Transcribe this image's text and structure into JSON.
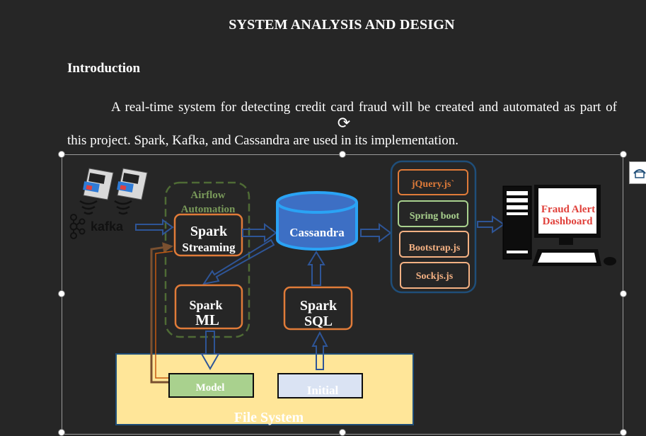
{
  "heading": "SYSTEM ANALYSIS AND DESIGN",
  "introduction": "Introduction",
  "paragraph": "A real-time system for detecting credit card fraud will be created and automated as part of this project. Spark, Kafka, and Cassandra are used in its implementation.",
  "diagram": {
    "kafka": "kafka",
    "airflow_line1": "Airflow",
    "airflow_line2": "Automation",
    "spark_streaming_line1": "Spark",
    "spark_streaming_line2": "Streaming",
    "cassandra": "Cassandra",
    "spark_ml_line1": "Spark",
    "spark_ml_line2": "ML",
    "spark_sql_line1": "Spark",
    "spark_sql_line2": "SQL",
    "jquery": "jQuery.js`",
    "spring_boot": "Spring boot",
    "bootstrap": "Bootstrap.js",
    "sockjs": "Sockjs.js",
    "dashboard_line1": "Fraud Alert",
    "dashboard_line2": "Dashboard",
    "model": "Model",
    "initial": "Initial",
    "file_system": "File System"
  },
  "colors": {
    "background": "#262626",
    "orange_border": "#e07b39",
    "blue_border": "#1f4e79",
    "cassandra_fill": "#3d6fc4",
    "cassandra_edge": "#2aa3f5",
    "airflow_green": "#7a9a5a",
    "file_system_fill": "#ffe699",
    "model_fill": "#a9d18e",
    "initial_fill": "#dae3f3",
    "alert_red": "#e0403a"
  }
}
